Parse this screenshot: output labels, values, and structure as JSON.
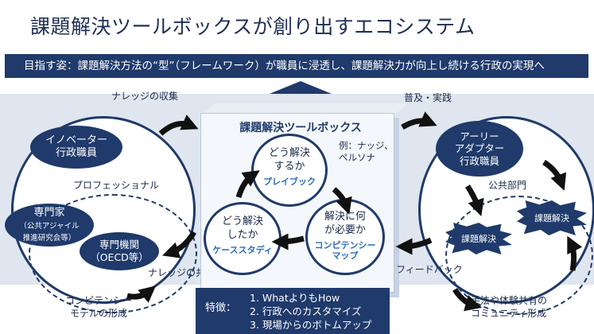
{
  "title": "課題解決ツールボックスが創り出すエコシステム",
  "banner": "目指す姿：課題解決方法の“型”（フレームワーク）が職員に浸透し、課題解決力が向上し続ける行政の実現へ",
  "labels": {
    "knowledge_collect": "ナレッジの収集",
    "spread_practice": "普及・実践",
    "professional": "プロフェッショナル",
    "knowledge_share": "ナレッジの共有",
    "feedback": "フィードバック",
    "public_sector": "公共部門",
    "competency_model": [
      "コンピテンシー",
      "モデルの形成"
    ],
    "community": [
      "手法や体験共有の",
      "コミュニティ形成"
    ]
  },
  "left": {
    "innovator": [
      "イノベーター",
      "行政職員"
    ],
    "expert": [
      "専門家",
      "（公共アジャイル",
      "推進研究会等）"
    ],
    "agency": [
      "専門機関",
      "（OECD等）"
    ]
  },
  "right": {
    "early_adopter": [
      "アーリー",
      "アダプター",
      "行政職員"
    ],
    "solve1": "課題解決",
    "solve2": "課題解決"
  },
  "toolbox": {
    "title": "課題解決ツールボックス",
    "example": [
      "例：ナッジ、",
      "ペルソナ"
    ],
    "playbook": {
      "main": [
        "どう解決",
        "するか"
      ],
      "sub": "プレイブック"
    },
    "casestudy": {
      "main": [
        "どう解決",
        "したか"
      ],
      "sub": "ケーススタディ"
    },
    "competency": {
      "main": [
        "解決に何",
        "が必要か"
      ],
      "sub": [
        "コンピテンシー",
        "マップ"
      ]
    }
  },
  "features": {
    "label": "特徴：",
    "items": [
      "1. WhatよりもHow",
      "2. 行政へのカスタマイズ",
      "3. 現場からのボトムアップ"
    ]
  },
  "colors": {
    "navy": "#1f3a6b",
    "accent_blue": "#2a6db8",
    "band": "#dfe6ef"
  }
}
